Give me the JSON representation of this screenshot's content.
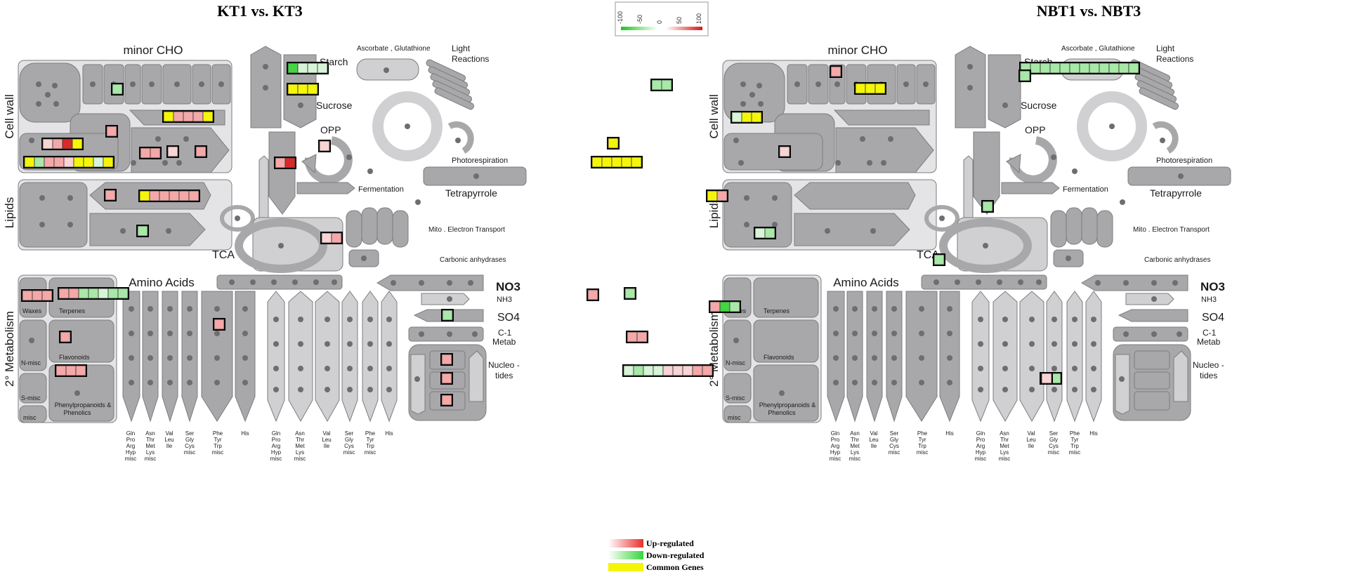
{
  "titles": {
    "left": "KT1 vs. KT3",
    "right": "NBT1 vs. NBT3"
  },
  "scale": {
    "ticks": [
      "-100",
      "-50",
      "0",
      "50",
      "100"
    ]
  },
  "legend": {
    "items": [
      {
        "label": "Up-regulated",
        "color": "#e8302c"
      },
      {
        "label": "Down-regulated",
        "color": "#3ad43a"
      },
      {
        "label": "Common Genes",
        "color": "#f5f50a"
      }
    ]
  },
  "colors": {
    "panel_bg": "#e4e4e6",
    "block": "#a8a8aa",
    "block_light": "#d0d0d2",
    "block_dark": "#8c8c8e",
    "dot": "#6e6e70",
    "edge": "#6a6a6c",
    "pink": "#f4a8a8",
    "pale_pink": "#f8d4d4",
    "red": "#d82a2a",
    "light_green": "#a8e8a8",
    "green": "#44d444",
    "pale_green": "#d8f4d8",
    "yellow": "#f5f50a"
  },
  "labels": {
    "minor_cho": "minor  CHO",
    "cell_wall": "Cell wall",
    "lipids": "Lipids",
    "starch": "Starch",
    "sucrose": "Sucrose",
    "opp": "OPP",
    "ascorbate": "Ascorbate , Glutathione",
    "light_reactions_1": "Light",
    "light_reactions_2": "Reactions",
    "photorespiration": "Photorespiration",
    "tetrapyrrole": "Tetrapyrrole",
    "fermentation": "Fermentation",
    "mito_et": "Mito . Electron  Transport",
    "carbonic": "Carbonic  anhydrases",
    "tca": "TCA",
    "metabolism": "2° Metabolism",
    "waxes": "Waxes",
    "terpenes": "Terpenes",
    "flavonoids": "Flavonoids",
    "n_misc": "N-misc",
    "s_misc": "S-misc",
    "misc": "misc",
    "phenyl_1": "Phenylpropanoids  &",
    "phenyl_2": "Phenolics",
    "amino": "Amino  Acids",
    "no3": "NO3",
    "nh3": "NH3",
    "so4": "SO4",
    "c1_1": "C-1",
    "c1_2": "Metab",
    "nucleo_1": "Nucleo -",
    "nucleo_2": "tides"
  },
  "amino_labels": [
    [
      "Gln",
      "Pro",
      "Arg",
      "Hyp",
      "misc"
    ],
    [
      "Asn",
      "Thr",
      "Met",
      "Lys",
      "misc"
    ],
    [
      "Val",
      "Leu",
      "Ile"
    ],
    [
      "Ser",
      "Gly",
      "Cys",
      "misc"
    ],
    [
      "Phe",
      "Tyr",
      "Trp",
      "misc"
    ],
    [
      "His"
    ]
  ],
  "panels": [
    {
      "id": "kt",
      "genes": [
        {
          "near": "minor CHO",
          "cells": [
            "light_green"
          ]
        },
        {
          "near": "Starch",
          "cells": [
            "green",
            "pale_green",
            "pale_green",
            "pale_green"
          ]
        },
        {
          "near": "Sucrose",
          "cells": [
            "yellow",
            "yellow",
            "yellow"
          ]
        },
        {
          "near": "Cell wall upper bar",
          "cells": [
            "yellow",
            "pink",
            "pink",
            "pink",
            "yellow"
          ]
        },
        {
          "near": "Cell wall",
          "cells": [
            "pink"
          ]
        },
        {
          "near": "Cell wall",
          "cells": [
            "pale_pink",
            "pink",
            "red",
            "yellow"
          ]
        },
        {
          "near": "Cell wall",
          "cells": [
            "yellow",
            "light_green",
            "pink",
            "pink",
            "pale_pink",
            "yellow",
            "yellow",
            "pale_green",
            "yellow"
          ]
        },
        {
          "near": "Cell wall right",
          "cells": [
            "pink",
            "pink"
          ]
        },
        {
          "near": "Cell wall right",
          "cells": [
            "pale_pink"
          ]
        },
        {
          "near": "Cell wall right",
          "cells": [
            "pink"
          ]
        },
        {
          "near": "OPP",
          "cells": [
            "pale_pink"
          ]
        },
        {
          "near": "OPP lower",
          "cells": [
            "pink",
            "red"
          ]
        },
        {
          "near": "Lipids",
          "cells": [
            "pink"
          ]
        },
        {
          "near": "Lipids",
          "cells": [
            "yellow",
            "pink",
            "pink",
            "pink",
            "pink",
            "pink"
          ]
        },
        {
          "near": "Lipids lower",
          "cells": [
            "light_green"
          ]
        },
        {
          "near": "TCA",
          "cells": [
            "pale_pink",
            "pink"
          ]
        },
        {
          "near": "Waxes",
          "cells": [
            "pink",
            "pink",
            "pink"
          ]
        },
        {
          "near": "Terpenes",
          "cells": [
            "pink",
            "pink",
            "light_green",
            "light_green",
            "pale_green",
            "light_green",
            "light_green"
          ]
        },
        {
          "near": "Flavonoids",
          "cells": [
            "pink"
          ]
        },
        {
          "near": "Phenylpropanoids",
          "cells": [
            "pink",
            "pink",
            "pink"
          ]
        },
        {
          "near": "Phe Tyr Trp",
          "cells": [
            "pink"
          ]
        },
        {
          "near": "SO4",
          "cells": [
            "light_green"
          ]
        },
        {
          "near": "Nucleotides",
          "cells": [
            "pink"
          ]
        },
        {
          "near": "Nucleotides",
          "cells": [
            "pink"
          ]
        },
        {
          "near": "Nucleotides",
          "cells": [
            "pink"
          ]
        }
      ]
    },
    {
      "id": "nbt",
      "genes": [
        {
          "near": "minor CHO",
          "cells": [
            "light_green",
            "light_green"
          ]
        },
        {
          "near": "Starch",
          "cells": [
            "pink"
          ]
        },
        {
          "near": "Sucrose",
          "cells": [
            "yellow",
            "yellow",
            "yellow"
          ]
        },
        {
          "near": "Light Reactions",
          "cells": [
            "light_green",
            "light_green",
            "light_green",
            "light_green",
            "light_green",
            "light_green",
            "light_green",
            "light_green",
            "light_green",
            "light_green",
            "light_green",
            "light_green"
          ]
        },
        {
          "near": "Light Reactions",
          "cells": [
            "light_green"
          ]
        },
        {
          "near": "Cell wall upper bar",
          "cells": [
            "pale_green",
            "yellow",
            "yellow"
          ]
        },
        {
          "near": "Cell wall",
          "cells": [
            "yellow"
          ]
        },
        {
          "near": "Cell wall",
          "cells": [
            "yellow",
            "yellow",
            "yellow",
            "yellow",
            "yellow"
          ]
        },
        {
          "near": "Cell wall right",
          "cells": [
            "pale_pink"
          ]
        },
        {
          "near": "Ascorbate",
          "cells": [
            "light_green"
          ]
        },
        {
          "near": "Lipids",
          "cells": [
            "yellow",
            "pink"
          ]
        },
        {
          "near": "Lipids lower",
          "cells": [
            "pale_green",
            "light_green"
          ]
        },
        {
          "near": "Fermentation",
          "cells": [
            "light_green"
          ]
        },
        {
          "near": "Carbonic anhydrases",
          "cells": [
            "pink"
          ]
        },
        {
          "near": "Waxes",
          "cells": [
            "light_green"
          ]
        },
        {
          "near": "Terpenes",
          "cells": [
            "pink",
            "pink"
          ]
        },
        {
          "near": "Flavonoids",
          "cells": [
            "pale_green",
            "light_green",
            "pale_green",
            "pale_green",
            "pale_pink",
            "pale_pink",
            "pale_pink",
            "pink",
            "pink"
          ]
        },
        {
          "near": "Phenylpropanoids",
          "cells": [
            "pink",
            "green",
            "light_green"
          ]
        },
        {
          "near": "Asn Thr Met Lys",
          "cells": [
            "light_green",
            "light_green"
          ]
        },
        {
          "near": "Nucleotides",
          "cells": [
            "pale_pink"
          ]
        }
      ]
    }
  ]
}
